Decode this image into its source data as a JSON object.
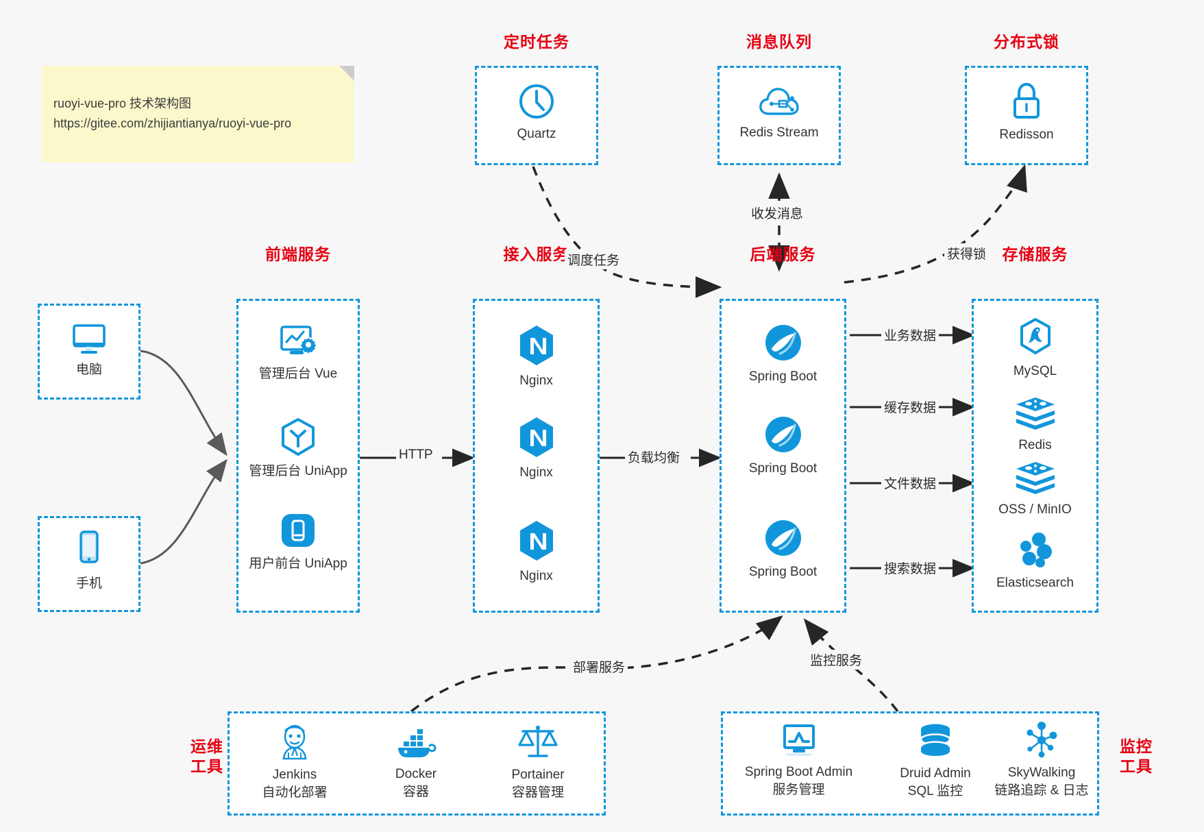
{
  "note": {
    "name": "architecture-note",
    "text": "ruoyi-vue-pro 技术架构图\nhttps://gitee.com/zhijiantianya/ruoyi-vue-pro"
  },
  "colors": {
    "accent_blue": "#1296db",
    "title_red": "#e60012",
    "text_dark": "#333333",
    "edge_gray": "#5a5a5a",
    "edge_black": "#262626",
    "note_yellow": "#fbf8cc",
    "canvas_bg": "#f7f7f7"
  },
  "groups": {
    "scheduler": {
      "title": "定时任务",
      "nodes": [
        {
          "icon": "clock-icon",
          "label": "Quartz"
        }
      ]
    },
    "message_queue": {
      "title": "消息队列",
      "nodes": [
        {
          "icon": "cloud-network-icon",
          "label": "Redis Stream"
        }
      ]
    },
    "distributed_lock": {
      "title": "分布式锁",
      "nodes": [
        {
          "icon": "padlock-icon",
          "label": "Redisson"
        }
      ]
    },
    "clients": {
      "nodes": [
        {
          "icon": "desktop-monitor-icon",
          "label": "电脑"
        },
        {
          "icon": "mobile-phone-icon",
          "label": "手机"
        }
      ]
    },
    "frontend": {
      "title": "前端服务",
      "nodes": [
        {
          "icon": "vue-dashboard-icon",
          "label": "管理后台 Vue"
        },
        {
          "icon": "uniapp-cube-icon",
          "label": "管理后台 UniApp"
        },
        {
          "icon": "app-rounded-icon",
          "label": "用户前台 UniApp"
        }
      ]
    },
    "gateway": {
      "title": "接入服务",
      "nodes": [
        {
          "icon": "nginx-icon",
          "label": "Nginx"
        },
        {
          "icon": "nginx-icon",
          "label": "Nginx"
        },
        {
          "icon": "nginx-icon",
          "label": "Nginx"
        }
      ]
    },
    "backend": {
      "title": "后端服务",
      "nodes": [
        {
          "icon": "spring-boot-icon",
          "label": "Spring Boot"
        },
        {
          "icon": "spring-boot-icon",
          "label": "Spring Boot"
        },
        {
          "icon": "spring-boot-icon",
          "label": "Spring Boot"
        }
      ]
    },
    "storage": {
      "title": "存储服务",
      "nodes": [
        {
          "icon": "mysql-icon",
          "label": "MySQL"
        },
        {
          "icon": "redis-stack-icon",
          "label": "Redis"
        },
        {
          "icon": "redis-stack-icon",
          "label": "OSS / MinIO"
        },
        {
          "icon": "elasticsearch-icon",
          "label": "Elasticsearch"
        }
      ]
    },
    "devops": {
      "title": "运维\n工具",
      "nodes": [
        {
          "icon": "jenkins-butler-icon",
          "label": "Jenkins\n自动化部署"
        },
        {
          "icon": "docker-whale-icon",
          "label": "Docker\n容器"
        },
        {
          "icon": "portainer-scales-icon",
          "label": "Portainer\n容器管理"
        }
      ]
    },
    "monitoring": {
      "title": "监控\n工具",
      "nodes": [
        {
          "icon": "monitor-chart-icon",
          "label": "Spring Boot Admin\n服务管理"
        },
        {
          "icon": "database-stack-icon",
          "label": "Druid Admin\nSQL 监控"
        },
        {
          "icon": "skywalking-node-icon",
          "label": "SkyWalking\n链路追踪 & 日志"
        }
      ]
    }
  },
  "edges": [
    {
      "name": "edge-scheduler-to-backend",
      "label": "调度任务",
      "style": "dashed",
      "arrow": "end"
    },
    {
      "name": "edge-backend-to-mq",
      "label": "收发消息",
      "style": "dashed",
      "arrow": "both"
    },
    {
      "name": "edge-backend-to-lock",
      "label": "获得锁",
      "style": "dashed",
      "arrow": "end"
    },
    {
      "name": "edge-frontend-to-gateway",
      "label": "HTTP",
      "style": "solid",
      "arrow": "end"
    },
    {
      "name": "edge-gateway-to-backend",
      "label": "负载均衡",
      "style": "solid",
      "arrow": "end"
    },
    {
      "name": "edge-backend-to-mysql",
      "label": "业务数据",
      "style": "solid",
      "arrow": "end"
    },
    {
      "name": "edge-backend-to-redis",
      "label": "缓存数据",
      "style": "solid",
      "arrow": "end"
    },
    {
      "name": "edge-backend-to-oss",
      "label": "文件数据",
      "style": "solid",
      "arrow": "end"
    },
    {
      "name": "edge-backend-to-es",
      "label": "搜索数据",
      "style": "solid",
      "arrow": "end"
    },
    {
      "name": "edge-devops-to-backend",
      "label": "部署服务",
      "style": "dashed",
      "arrow": "end"
    },
    {
      "name": "edge-monitoring-to-backend",
      "label": "监控服务",
      "style": "dashed",
      "arrow": "end"
    },
    {
      "name": "edge-clients-to-frontend",
      "label": "",
      "style": "solid",
      "arrow": "end"
    }
  ]
}
